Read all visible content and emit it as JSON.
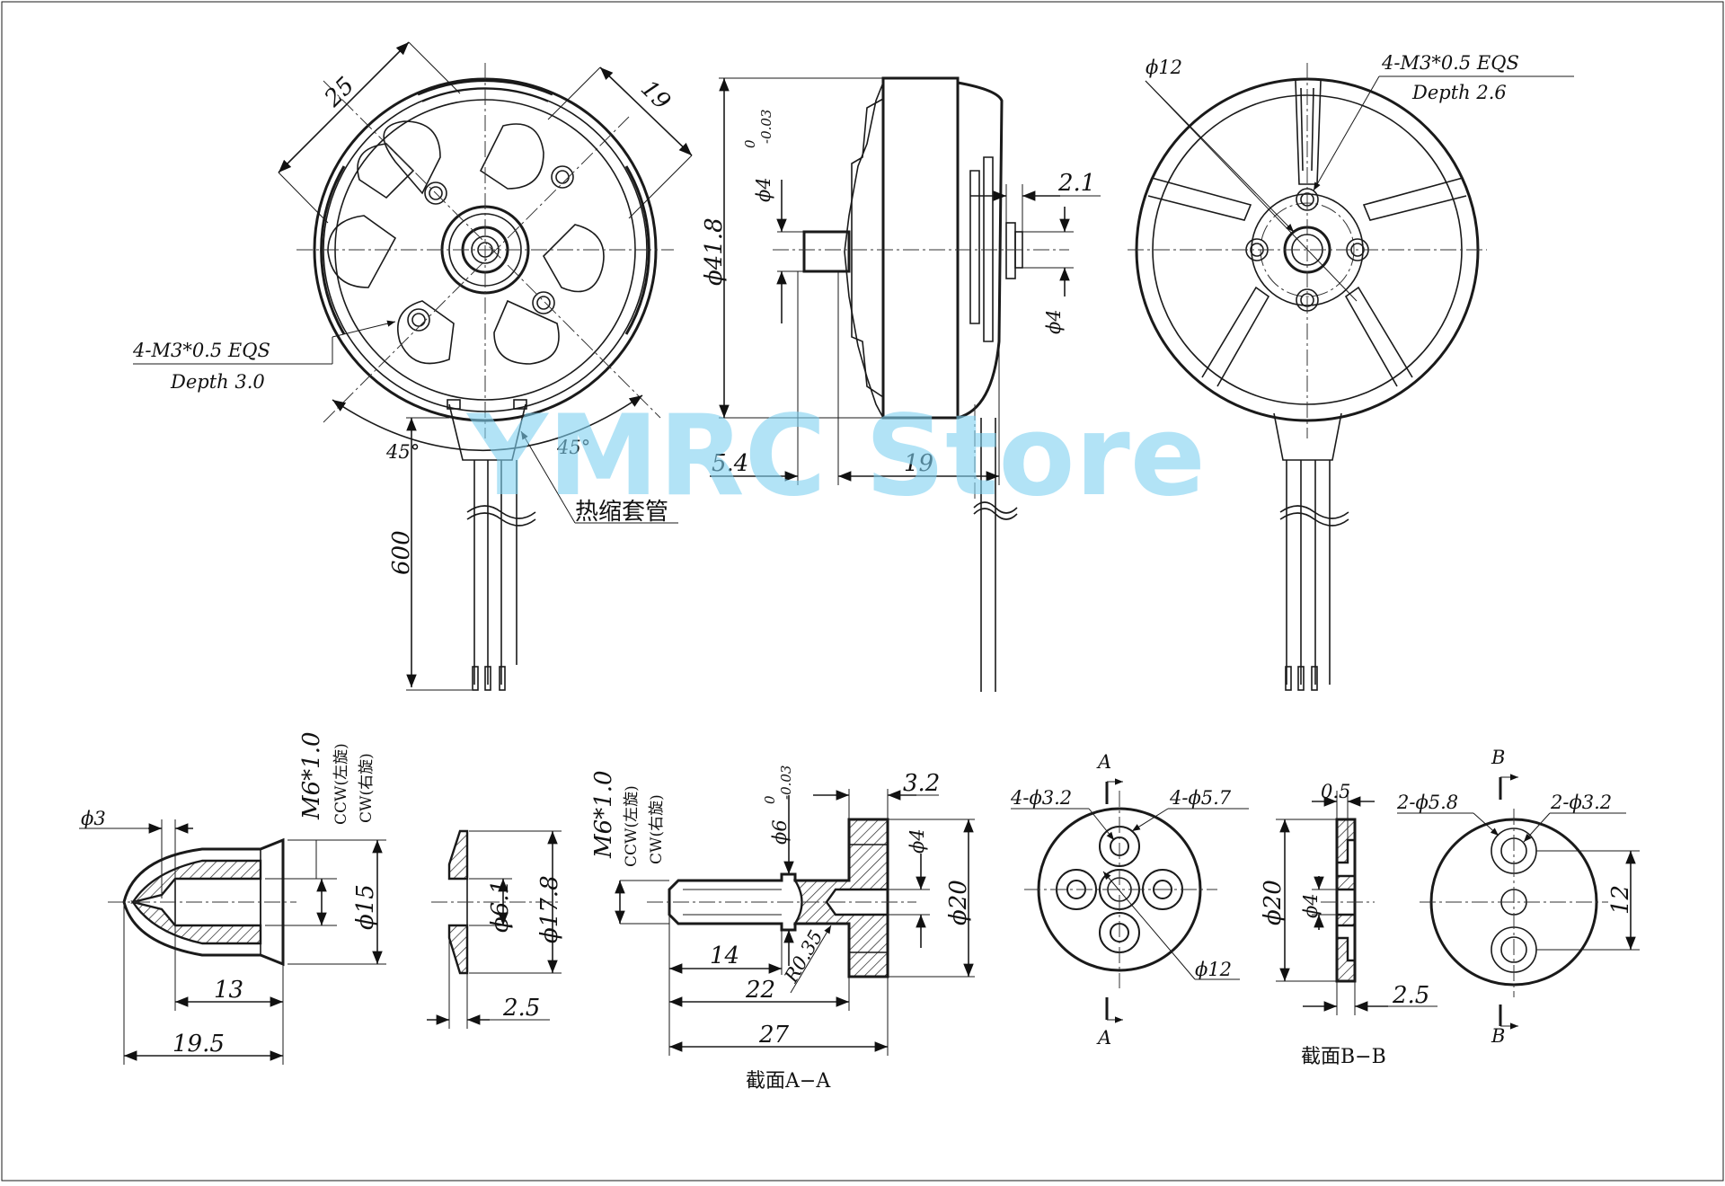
{
  "watermark": "YMRC Store",
  "front_view": {
    "dim_25": "25",
    "dim_19": "19",
    "holes_label": "4-M3*0.5 EQS",
    "holes_depth": "Depth 3.0",
    "angle_left": "45°",
    "angle_right": "45°",
    "lead_length": "600",
    "sleeve_label": "热缩套管"
  },
  "side_view": {
    "shaft_dia": "ϕ4",
    "shaft_tol_upper": "0",
    "shaft_tol_lower": "-0.03",
    "body_dia": "ϕ41.8",
    "dim_2_1": "2.1",
    "dim_phi4": "ϕ4",
    "dim_5_4": "5.4",
    "dim_19": "19"
  },
  "rear_view": {
    "dia_12": "ϕ12",
    "holes_label": "4-M3*0.5 EQS",
    "holes_depth": "Depth 2.6"
  },
  "prop_nut": {
    "thread": "M6*1.0",
    "ccw": "CCW(左旋)",
    "cw": "CW(右旋)",
    "dim_3": "ϕ3",
    "dim_15": "ϕ15",
    "dim_13": "13",
    "dim_19_5": "19.5"
  },
  "washer": {
    "dim_6_1": "ϕ6.1",
    "dim_17_8": "ϕ17.8",
    "dim_2_5": "2.5"
  },
  "prop_adapter": {
    "thread": "M6*1.0",
    "ccw": "CCW(左旋)",
    "cw": "CW(右旋)",
    "dim_6": "ϕ6",
    "tol_upper": "0",
    "tol_lower": "-0.03",
    "dim_3_2": "3.2",
    "dim_4": "ϕ4",
    "dim_20": "ϕ20",
    "dim_14": "14",
    "dim_r": "R0.35",
    "dim_22": "22",
    "dim_27": "27",
    "section_label": "截面A−A"
  },
  "adapter_face": {
    "section_a": "A",
    "holes_small": "4-ϕ3.2",
    "holes_large": "4-ϕ5.7",
    "dia_12": "ϕ12"
  },
  "plate_side": {
    "dim_0_5": "0.5",
    "dim_20": "ϕ20",
    "dim_4": "ϕ4",
    "dim_2_5": "2.5",
    "section_label": "截面B−B"
  },
  "plate_face": {
    "section_b": "B",
    "holes_large": "2-ϕ5.8",
    "holes_small": "2-ϕ3.2",
    "dim_12": "12"
  }
}
